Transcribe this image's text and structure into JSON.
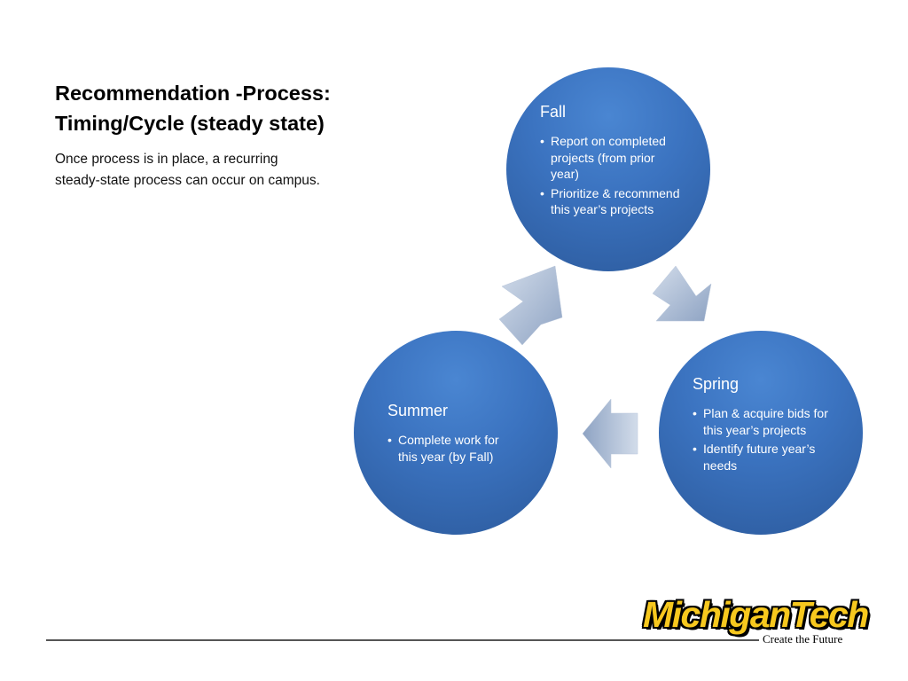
{
  "slide": {
    "title_line1": "Recommendation -Process:",
    "title_line2": "Timing/Cycle (steady state)",
    "body": "Once process is in place, a recurring steady-state process can occur on campus."
  },
  "cycle": {
    "nodes": [
      {
        "title": "Fall",
        "bullets": [
          "Report on completed projects (from prior year)",
          "Prioritize & recommend this year’s projects"
        ]
      },
      {
        "title": "Spring",
        "bullets": [
          "Plan & acquire bids for this year’s projects",
          "Identify future year’s needs"
        ]
      },
      {
        "title": "Summer",
        "bullets": [
          "Complete work for this year (by Fall)"
        ]
      }
    ],
    "arrows": [
      {
        "from": "Fall",
        "to": "Spring"
      },
      {
        "from": "Spring",
        "to": "Summer"
      },
      {
        "from": "Summer",
        "to": "Fall"
      }
    ],
    "colors": {
      "circle": "#3b73c0",
      "circle_dark": "#2c5a9c",
      "arrow_light": "#d2dcea",
      "arrow_dark": "#8ea3c3"
    }
  },
  "footer": {
    "logo_text": "MichiganTech",
    "tagline": "Create the Future",
    "logo_color": "#f7c81e"
  }
}
